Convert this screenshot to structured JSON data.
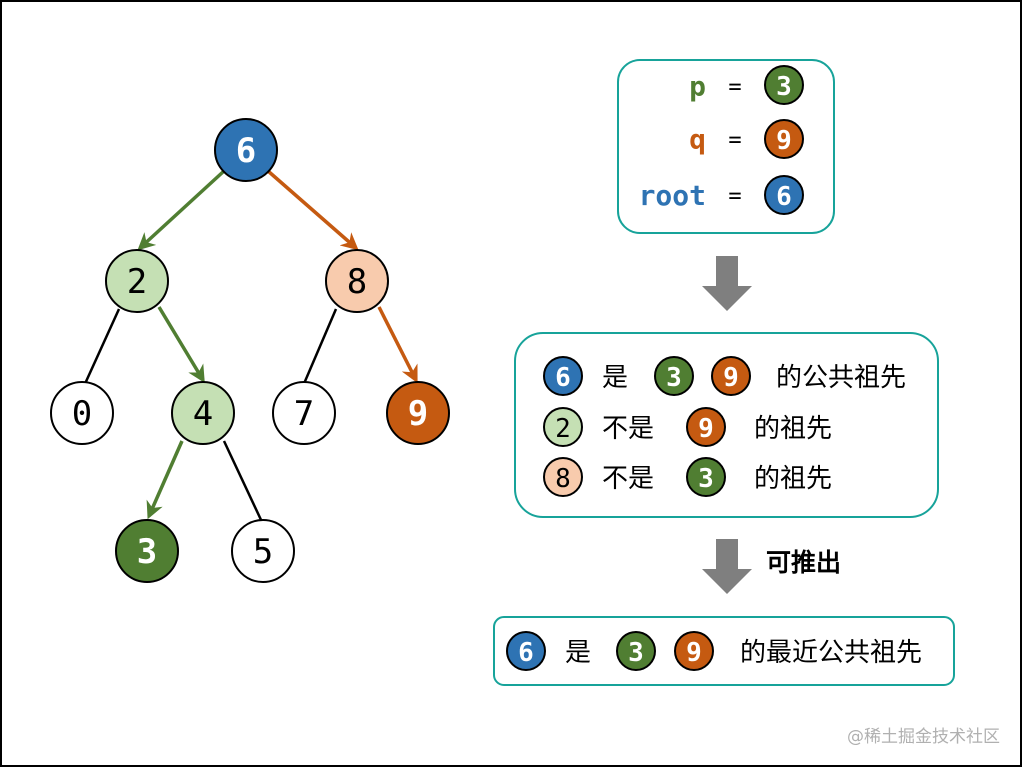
{
  "colors": {
    "blue": "#2e73b3",
    "green_dark": "#507e32",
    "green_light": "#c5e0b4",
    "orange": "#c55a11",
    "peach": "#f8cbad",
    "teal_border": "#17a39a",
    "arrow_gray": "#7f7f7f"
  },
  "tree": {
    "nodes": [
      {
        "id": "n6",
        "label": "6"
      },
      {
        "id": "n2",
        "label": "2"
      },
      {
        "id": "n8",
        "label": "8"
      },
      {
        "id": "n0",
        "label": "0"
      },
      {
        "id": "n4",
        "label": "4"
      },
      {
        "id": "n7",
        "label": "7"
      },
      {
        "id": "n9",
        "label": "9"
      },
      {
        "id": "n3",
        "label": "3"
      },
      {
        "id": "n5",
        "label": "5"
      }
    ]
  },
  "vars": {
    "p_label": "p",
    "p_value": "3",
    "q_label": "q",
    "q_value": "9",
    "root_label": "root",
    "root_value": "6",
    "eq": "="
  },
  "facts": {
    "row1": {
      "node": "6",
      "is": "是",
      "a": "3",
      "b": "9",
      "tail": "的公共祖先"
    },
    "row2": {
      "node": "2",
      "not": "不是",
      "a": "9",
      "tail": "的祖先"
    },
    "row3": {
      "node": "8",
      "not": "不是",
      "a": "3",
      "tail": "的祖先"
    }
  },
  "deduce_label": "可推出",
  "conclusion": {
    "node": "6",
    "is": "是",
    "a": "3",
    "b": "9",
    "tail": "的最近公共祖先"
  },
  "watermark": "@稀土掘金技术社区"
}
